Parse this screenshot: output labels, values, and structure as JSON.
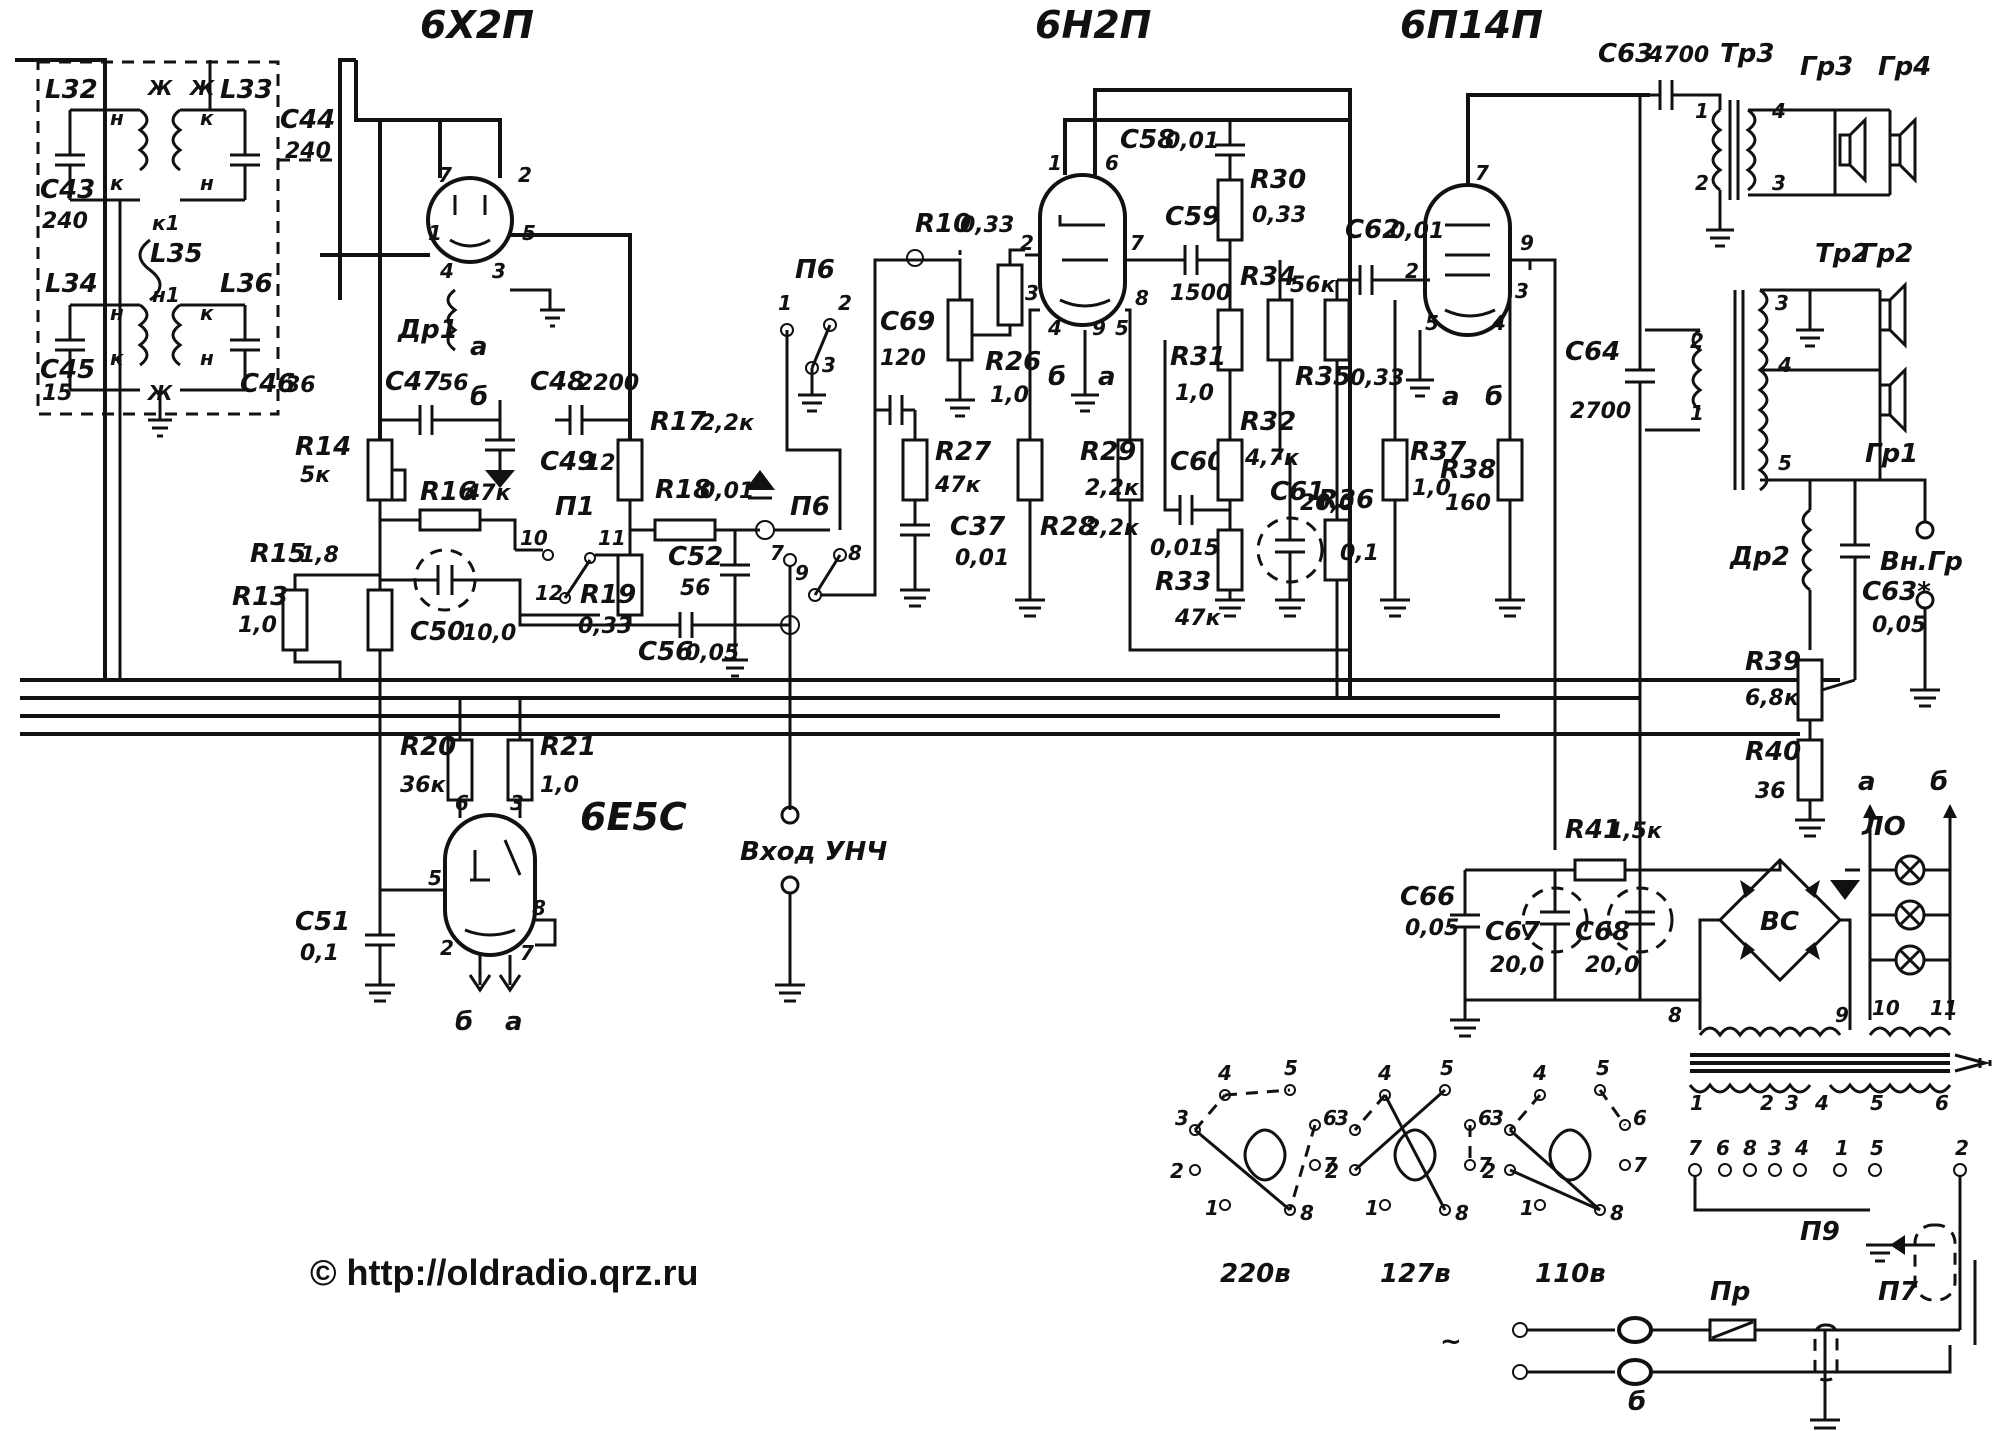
{
  "tubes": {
    "t1": "6Х2П",
    "t2": "6Н2П",
    "t3": "6П14П",
    "t4": "6Е5С"
  },
  "coils": {
    "L32": "L32",
    "L33": "L33",
    "L34": "L34",
    "L35": "L35",
    "L36": "L36",
    "n": "н",
    "k": "к",
    "k1": "к1",
    "n1": "н1",
    "x": "Ж"
  },
  "caps": {
    "C43": "C43",
    "C43v": "240",
    "C44": "C44",
    "C44v": "240",
    "C45": "C45",
    "C45v": "15",
    "C46": "C46",
    "C46v": "36",
    "C47": "C47",
    "C47v": "56",
    "C48": "C48",
    "C48v": "2200",
    "C49": "C49",
    "C49v": "120",
    "C50": "C50",
    "C50v": "10,0",
    "C51": "C51",
    "C51v": "0,1",
    "C52": "C52",
    "C52v": "56",
    "C56": "C56",
    "C56v": "0,05",
    "C69": "C69",
    "C69v": "120",
    "C37": "C37",
    "C37v": "0,01",
    "C58": "C58",
    "C58v": "0,01",
    "C59": "C59",
    "C59v": "1500",
    "C60": "C60",
    "C60v": "0,015",
    "C61": "C61",
    "C61v": "20,0",
    "C62": "C62",
    "C62v": "0,01",
    "C63a": "C63",
    "C63av": "4700",
    "C63b": "C63*",
    "C63bv": "0,05",
    "C64": "C64",
    "C64v": "2700",
    "C66": "C66",
    "C66v": "0,05",
    "C67": "C67",
    "C67v": "20,0",
    "C68": "C68",
    "C68v": "20,0"
  },
  "resistors": {
    "R13": "R13",
    "R13v": "1,0",
    "R14": "R14",
    "R14v": "5к",
    "R15": "R15",
    "R15v": "1,8",
    "R16": "R16",
    "R16v": "47к",
    "R17": "R17",
    "R17v": "2,2к",
    "R18": "R18",
    "R18v": "0,01",
    "R19": "R19",
    "R19v": "0,33",
    "R20": "R20",
    "R20v": "36к",
    "R21": "R21",
    "R21v": "1,0",
    "R10": "R10",
    "R10v": "0,33",
    "R26": "R26",
    "R26v": "1,0",
    "R27": "R27",
    "R27v": "47к",
    "R28": "R28",
    "R28v": "2,2к",
    "R29": "R29",
    "R29v": "2,2к",
    "R30": "R30",
    "R30v": "0,33",
    "R31": "R31",
    "R31v": "1,0",
    "R32": "R32",
    "R32v": "4,7к",
    "R33": "R33",
    "R33v": "47к",
    "R34": "R34",
    "R34v": "56к",
    "R35": "R35",
    "R35v": "0,33",
    "R36": "R36",
    "R36v": "0,1",
    "R37": "R37",
    "R37v": "1,0",
    "R38": "R38",
    "R38v": "160",
    "R39": "R39",
    "R39v": "6,8к",
    "R40": "R40",
    "R40v": "36",
    "R41": "R41",
    "R41v": "1,5к"
  },
  "misc": {
    "Dr1": "Др1",
    "Dr2": "Др2",
    "Tr2": "Тр2",
    "Tr3": "Тр3",
    "Gr1": "Гр1",
    "Gr2": "Гр2",
    "Gr3": "Гр3",
    "Gr4": "Гр4",
    "VnGr": "Вн.Гр",
    "LO": "ЛО",
    "P1": "П1",
    "P6a": "П6",
    "P6b": "П6",
    "P7": "П7",
    "P9": "П9",
    "Pr": "Пр",
    "BC": "ВС",
    "input": "Вход УНЧ",
    "a": "а",
    "b": "б",
    "tilde": "~",
    "v220": "220в",
    "v127": "127в",
    "v110": "110в",
    "copyright": "© http://oldradio.qrz.ru"
  }
}
